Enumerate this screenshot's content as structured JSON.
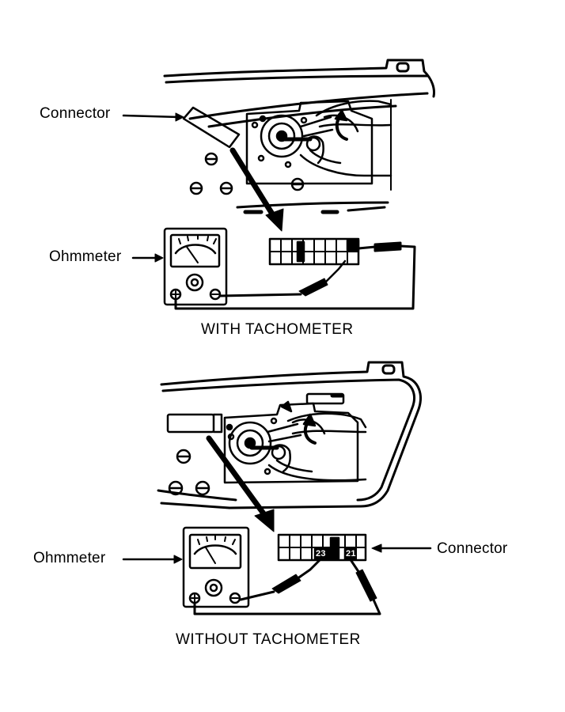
{
  "top_figure": {
    "connector_label": "Connector",
    "ohmmeter_label": "Ohmmeter",
    "caption": "WITH TACHOMETER"
  },
  "bottom_figure": {
    "ohmmeter_label": "Ohmmeter",
    "connector_label": "Connector",
    "caption": "WITHOUT TACHOMETER",
    "terminal_left": "23",
    "terminal_right": "21"
  },
  "colors": {
    "ink": "#000000",
    "paper": "#ffffff"
  }
}
